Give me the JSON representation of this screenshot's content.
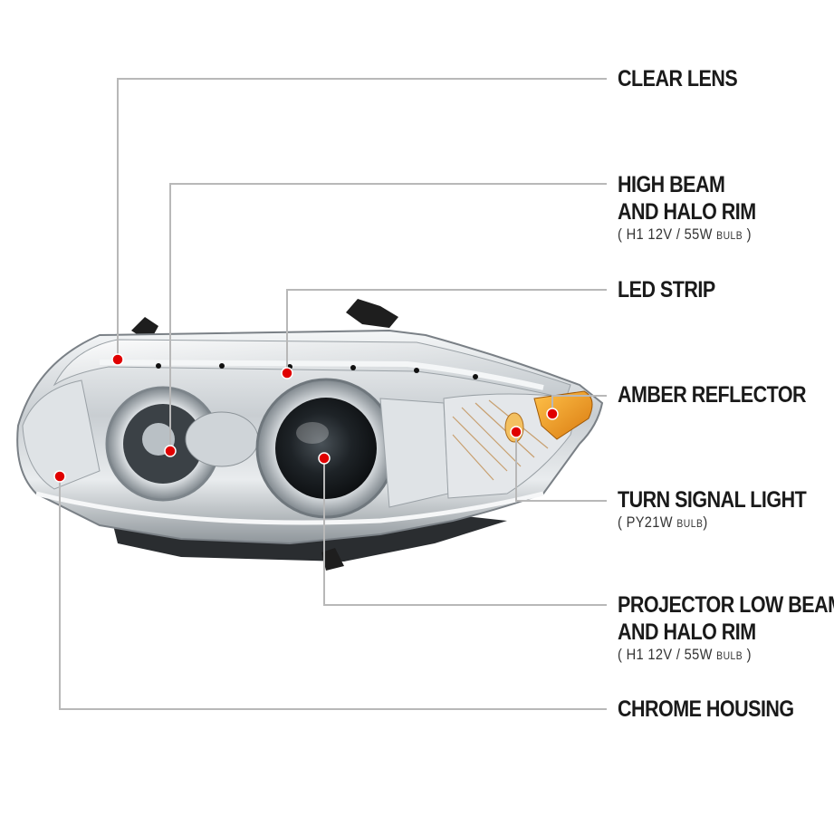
{
  "labels": {
    "clear_lens": {
      "title": "CLEAR LENS"
    },
    "high_beam": {
      "line1": "HIGH BEAM",
      "line2": "AND HALO RIM",
      "spec_open": "( H1  12V / 55W",
      "spec_bulb": "BULB",
      "spec_close": ")"
    },
    "led_strip": {
      "title": "LED STRIP"
    },
    "amber_reflector": {
      "title": "AMBER REFLECTOR"
    },
    "turn_signal": {
      "title": "TURN SIGNAL LIGHT",
      "spec_open": "( PY21W",
      "spec_bulb": "BULB",
      "spec_close": ")"
    },
    "projector_low_beam": {
      "line1": "PROJECTOR LOW BEAM",
      "line2": "AND HALO RIM",
      "spec_open": "( H1  12V / 55W",
      "spec_bulb": "BULB",
      "spec_close": ")"
    },
    "chrome_housing": {
      "title": "CHROME HOUSING"
    }
  },
  "colors": {
    "leader_line": "#b8b8b8",
    "marker_dot": "#e00000",
    "label_text": "#1a1a1a",
    "chrome": "#cfd4d8",
    "amber": "#f0a020"
  }
}
